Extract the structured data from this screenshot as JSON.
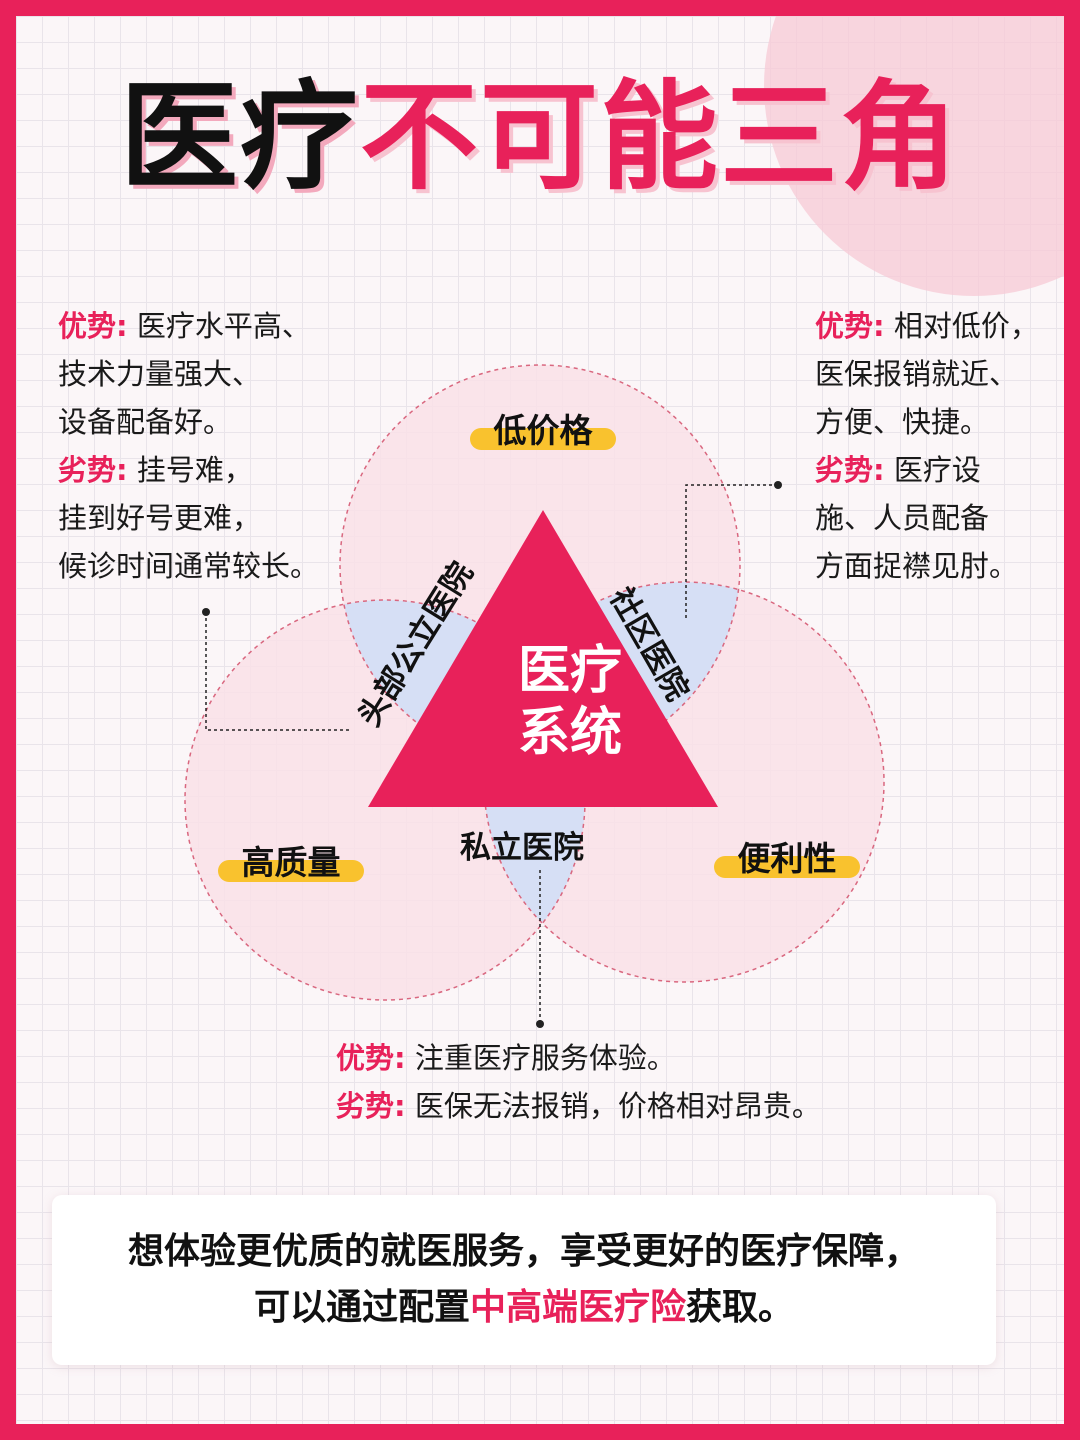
{
  "title": {
    "part1": "医疗",
    "part2": "不可能三角"
  },
  "colors": {
    "accent": "#e8215a",
    "highlight": "#f9c22e",
    "overlap": "#d6dff5",
    "circle_fill": "#f9e1e7"
  },
  "diagram": {
    "center": {
      "line1": "医疗",
      "line2": "系统"
    },
    "circles": [
      {
        "label": "低价格"
      },
      {
        "label": "高质量"
      },
      {
        "label": "便利性"
      }
    ],
    "overlaps": {
      "top_left": "头部公立医院",
      "top_right": "社区医院",
      "bottom": "私立医院"
    }
  },
  "blocks": {
    "public_hospital": {
      "adv_tag": "优势:",
      "adv_line1": "医疗水平高、",
      "adv_line2": "技术力量强大、",
      "adv_line3": "设备配备好。",
      "dis_tag": "劣势:",
      "dis_line1": "挂号难，",
      "dis_line2": "挂到好号更难，",
      "dis_line3": "候诊时间通常较长。"
    },
    "community_hospital": {
      "adv_tag": "优势:",
      "adv_line1": "相对低价，",
      "adv_line2": "医保报销就近、",
      "adv_line3": "方便、快捷。",
      "dis_tag": "劣势:",
      "dis_line1": "医疗设",
      "dis_line2": "施、人员配备",
      "dis_line3": "方面捉襟见肘。"
    },
    "private_hospital": {
      "adv_tag": "优势:",
      "adv_text": "注重医疗服务体验。",
      "dis_tag": "劣势:",
      "dis_text": "医保无法报销，价格相对昂贵。"
    }
  },
  "bottom": {
    "line1": "想体验更优质的就医服务，享受更好的医疗保障，",
    "line2_pre": "可以通过配置",
    "line2_hl": "中高端医疗险",
    "line2_post": "获取。"
  }
}
